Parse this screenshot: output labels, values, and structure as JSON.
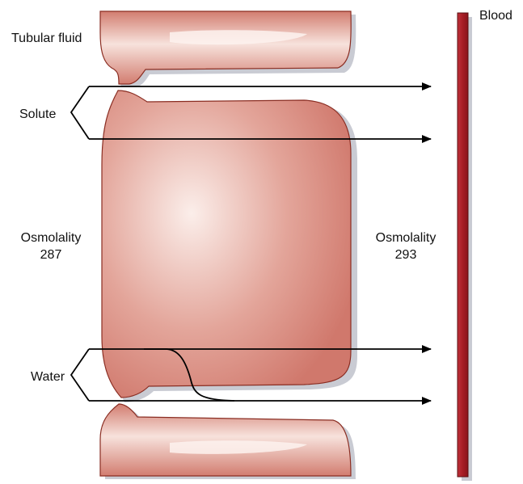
{
  "labels": {
    "tubular_fluid": "Tubular fluid",
    "blood": "Blood",
    "solute": "Solute",
    "water": "Water",
    "osmolality_left_title": "Osmolality",
    "osmolality_left_value": "287",
    "osmolality_right_title": "Osmolality",
    "osmolality_right_value": "293"
  },
  "colors": {
    "cell_fill": "#d98c80",
    "cell_highlight": "#fbeeea",
    "cell_edge": "#8a2d22",
    "shadow": "#c9cbd3",
    "vessel_fill": "#b0242b",
    "vessel_edge": "#5a0f12",
    "arrow": "#000000"
  }
}
